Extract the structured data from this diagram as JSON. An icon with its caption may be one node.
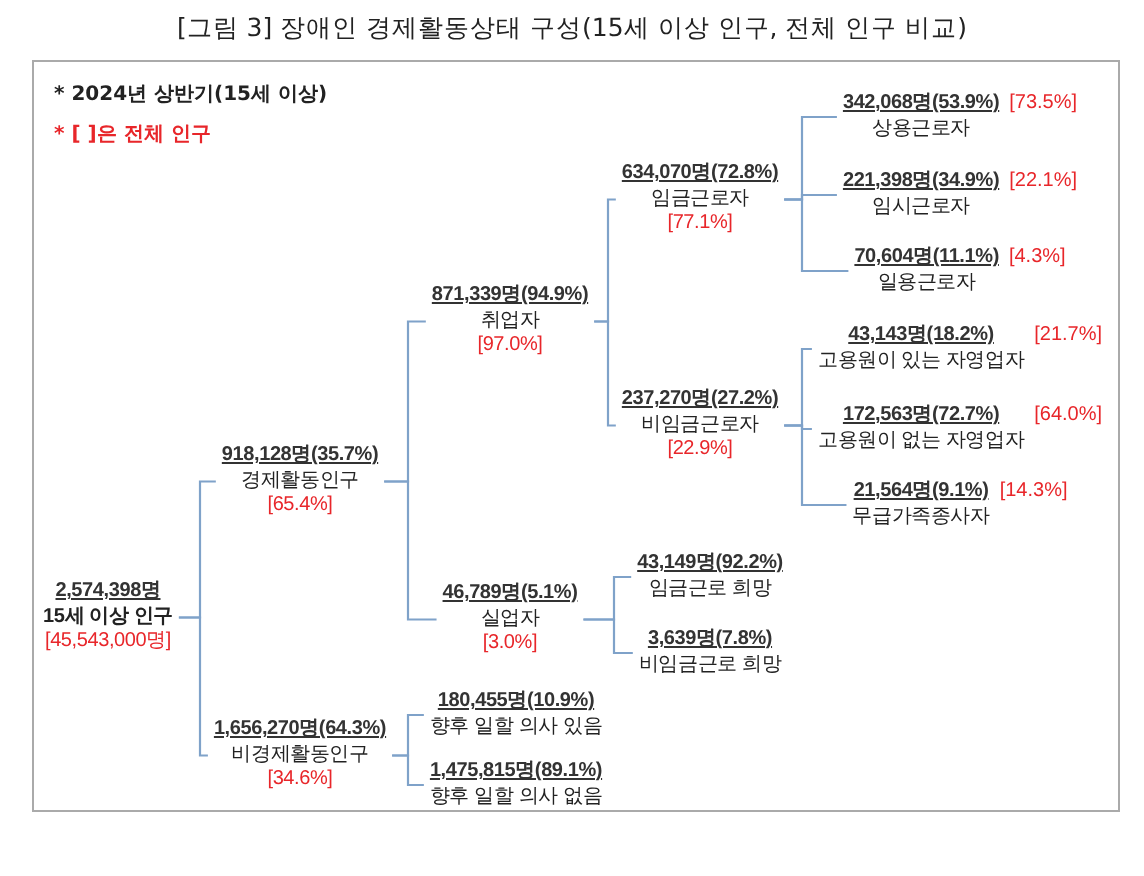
{
  "diagram": {
    "title": "[그림 3] 장애인 경제활동상태 구성(15세 이상 인구, 전체 인구 비교)",
    "nodes": [
      {
        "text": [
          "2,574,398명",
          "15세 이상 인구",
          "[45,543,000명]"
        ]
      },
      {
        "text": [
          "918,128명(35.7%)",
          "경제활동인구",
          "[65.4%]"
        ]
      },
      {
        "text": [
          "1,656,270명(64.3%)",
          "비경제활동인구",
          "[34.6%]"
        ]
      },
      {
        "text": [
          "871,339명(94.9%)",
          "취업자",
          "[97.0%]"
        ]
      },
      {
        "text": [
          "46,789명(5.1%)",
          "실업자",
          "[3.0%]"
        ]
      },
      {
        "text": [
          "634,070명(72.8%)",
          "임금근로자",
          "[77.1%]"
        ]
      },
      {
        "text": [
          "237,270명(27.2%)",
          "비임금근로자",
          "[22.9%]"
        ]
      },
      {
        "text": [
          "342,068명(53.9%)",
          "상용근로자",
          "[73.5%]"
        ]
      },
      {
        "text": [
          "221,398명(34.9%)",
          "임시근로자",
          "[22.1%]"
        ]
      },
      {
        "text": [
          "70,604명(11.1%)",
          "일용근로자",
          "[4.3%]"
        ]
      },
      {
        "text": [
          "43,143명(18.2%)",
          "고용원이 있는 자영업자",
          "[21.7%]"
        ]
      },
      {
        "text": [
          "172,563명(72.7%)",
          "고용원이 없는 자영업자",
          "[64.0%]"
        ]
      },
      {
        "text": [
          "21,564명(9.1%)",
          "무급가족종사자",
          "[14.3%]"
        ]
      },
      {
        "text": [
          "43,149명(92.2%)",
          "임금근로 희망"
        ]
      },
      {
        "text": [
          "3,639명(7.8%)",
          "비임금근로 희망"
        ]
      },
      {
        "text": [
          "180,455명(10.9%)",
          "향후 일할 의사 있음"
        ]
      },
      {
        "text": [
          "1,475,815명(89.1%)",
          "향후 일할 의사 없음"
        ]
      }
    ],
    "edges": [
      {
        "from": 0,
        "to": 1,
        "arrow": "none"
      },
      {
        "from": 0,
        "to": 2,
        "arrow": "none"
      },
      {
        "from": 1,
        "to": 3,
        "arrow": "none"
      },
      {
        "from": 1,
        "to": 4,
        "arrow": "none"
      },
      {
        "from": 3,
        "to": 5,
        "arrow": "none"
      },
      {
        "from": 3,
        "to": 6,
        "arrow": "none"
      },
      {
        "from": 5,
        "to": 7,
        "arrow": "none"
      },
      {
        "from": 5,
        "to": 8,
        "arrow": "none"
      },
      {
        "from": 5,
        "to": 9,
        "arrow": "none"
      },
      {
        "from": 6,
        "to": 10,
        "arrow": "none"
      },
      {
        "from": 6,
        "to": 11,
        "arrow": "none"
      },
      {
        "from": 6,
        "to": 12,
        "arrow": "none"
      },
      {
        "from": 4,
        "to": 13,
        "arrow": "none"
      },
      {
        "from": 4,
        "to": 14,
        "arrow": "none"
      },
      {
        "from": 2,
        "to": 15,
        "arrow": "none"
      },
      {
        "from": 2,
        "to": 16,
        "arrow": "none"
      }
    ],
    "labels": [
      "* 2024년 상반기(15세 이상)",
      "* [ ]은 전체 인구"
    ]
  }
}
